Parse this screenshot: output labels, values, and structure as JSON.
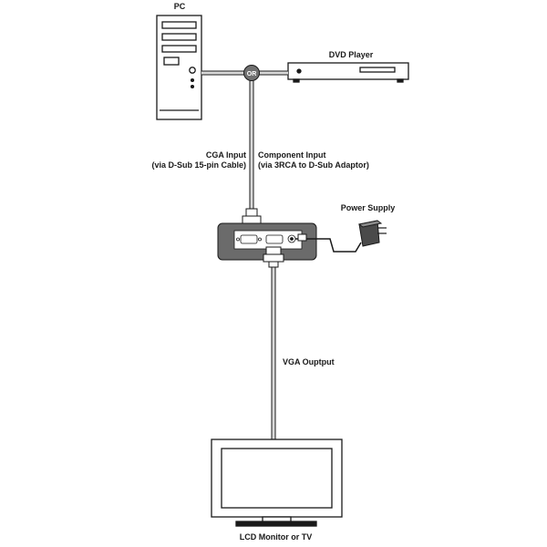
{
  "devices": {
    "pc": {
      "label": "PC"
    },
    "dvd_player": {
      "label": "DVD Player"
    },
    "power_supply": {
      "label": "Power Supply"
    },
    "monitor": {
      "label": "LCD Monitor or TV"
    }
  },
  "connector": {
    "label": "OR"
  },
  "inputs": {
    "cga": {
      "line1": "CGA Input",
      "line2": "(via D-Sub 15-pin Cable)"
    },
    "component": {
      "line1": "Component Input",
      "line2": "(via 3RCA to D-Sub Adaptor)"
    }
  },
  "output": {
    "label": "VGA Ouptput"
  },
  "colors": {
    "converter_body": "#6b6b6b",
    "cable": "#d8d8d8",
    "outline": "#1a1a1a",
    "connector": "#707070"
  }
}
